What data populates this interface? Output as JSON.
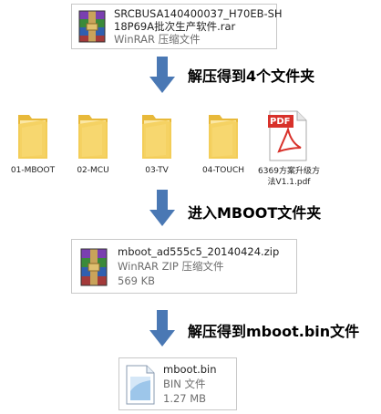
{
  "rar_file": {
    "name_line1": "SRCBUSA140400037_H70EB-SH",
    "name_line2": "18P69A批次生产软件.rar",
    "type": "WinRAR 压缩文件"
  },
  "step1": "解压得到4个文件夹",
  "folders": [
    {
      "label": "01-MBOOT"
    },
    {
      "label": "02-MCU"
    },
    {
      "label": "03-TV"
    },
    {
      "label": "04-TOUCH"
    }
  ],
  "pdf_file": {
    "badge": "PDF",
    "name_line1": "6369方案升级方",
    "name_line2": "法V1.1.pdf"
  },
  "step2": "进入MBOOT文件夹",
  "zip_file": {
    "name": "mboot_ad555c5_20140424.zip",
    "type": "WinRAR ZIP 压缩文件",
    "size": "569 KB"
  },
  "step3": "解压得到mboot.bin文件",
  "bin_file": {
    "name": "mboot.bin",
    "type": "BIN 文件",
    "size": "1.27 MB"
  },
  "colors": {
    "arrow": "#4a78b4",
    "folder": "#f0c94a",
    "pdf_red": "#d8312a"
  }
}
